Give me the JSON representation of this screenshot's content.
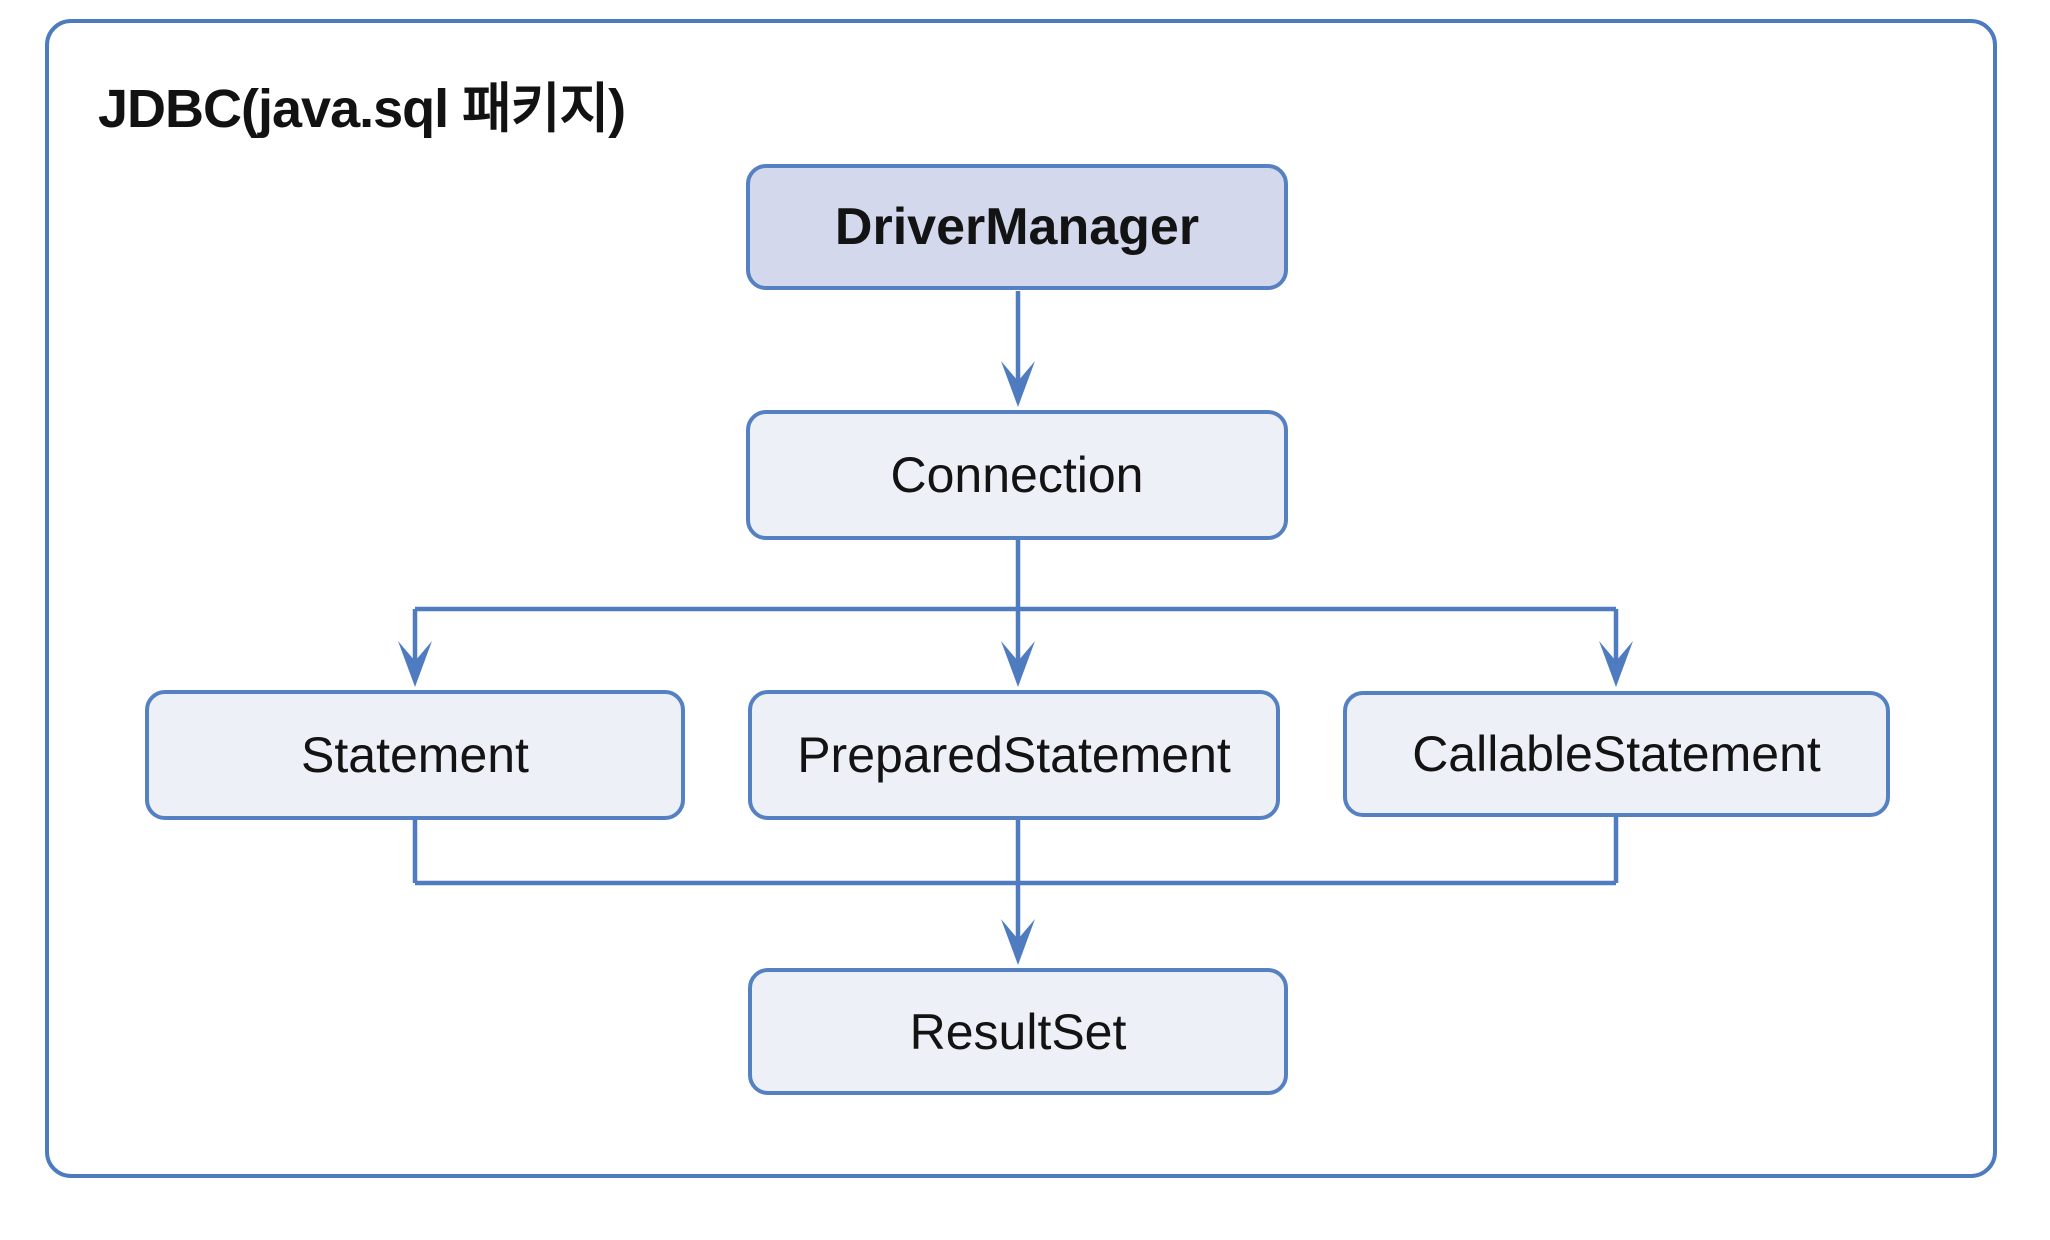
{
  "diagram": {
    "title": "JDBC(java.sql 패키지)",
    "nodes": [
      {
        "id": "drivermanager",
        "label": "DriverManager",
        "emphasis": true
      },
      {
        "id": "connection",
        "label": "Connection",
        "emphasis": false
      },
      {
        "id": "statement",
        "label": "Statement",
        "emphasis": false
      },
      {
        "id": "preparedstatement",
        "label": "PreparedStatement",
        "emphasis": false
      },
      {
        "id": "callablestatement",
        "label": "CallableStatement",
        "emphasis": false
      },
      {
        "id": "resultset",
        "label": "ResultSet",
        "emphasis": false
      }
    ],
    "edges": [
      {
        "from": "DriverManager",
        "to": "Connection"
      },
      {
        "from": "Connection",
        "to": "Statement"
      },
      {
        "from": "Connection",
        "to": "PreparedStatement"
      },
      {
        "from": "Connection",
        "to": "CallableStatement"
      },
      {
        "from": "Statement",
        "to": "ResultSet"
      },
      {
        "from": "PreparedStatement",
        "to": "ResultSet"
      },
      {
        "from": "CallableStatement",
        "to": "ResultSet"
      }
    ],
    "colors": {
      "frame_border": "#4d7bbf",
      "edge_line": "#4f7cc0",
      "node_border": "#5580c2",
      "node_fill": "#edf0f7",
      "node_fill_highlight": "#d4d8ec",
      "text": "#131313",
      "background": "#ffffff"
    }
  }
}
